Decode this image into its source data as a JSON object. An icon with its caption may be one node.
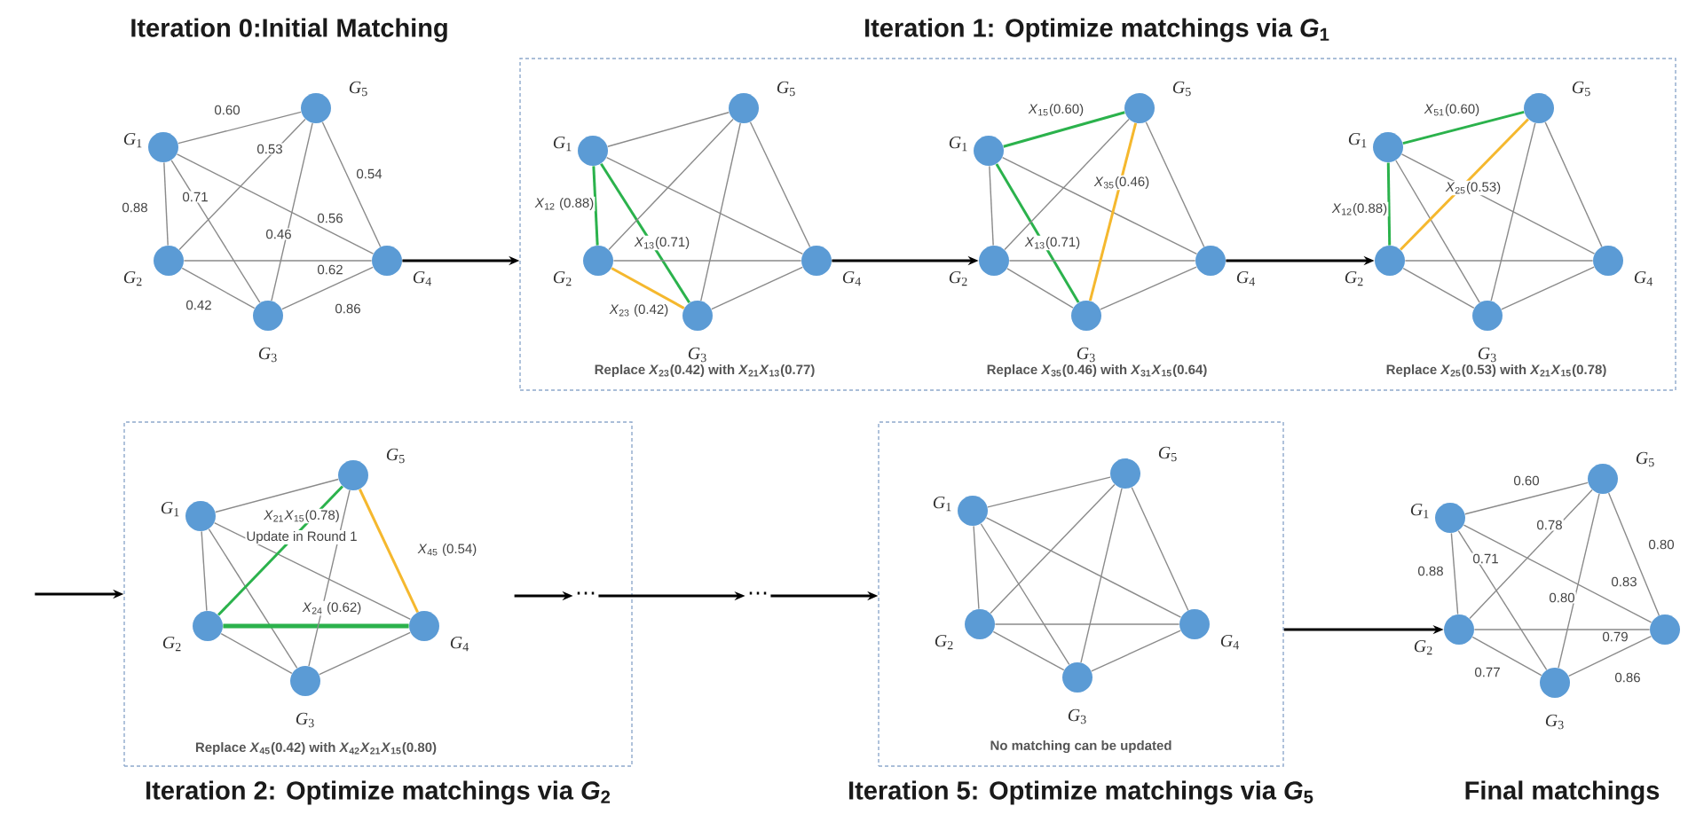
{
  "diagram": {
    "nodes": [
      {
        "text": [],
        "shape": "circle",
        "beside": [
          "*G*$_{1}$"
        ]
      },
      {
        "text": [],
        "shape": "circle",
        "beside": [
          "*G*$_{2}$"
        ]
      },
      {
        "text": [],
        "shape": "circle",
        "beside": [
          "*G*$_{3}$"
        ]
      },
      {
        "text": [],
        "shape": "circle",
        "beside": [
          "*G*$_{4}$"
        ]
      },
      {
        "text": [],
        "shape": "circle",
        "beside": [
          "*G*$_{5}$"
        ]
      },
      {
        "text": [
          "Iteration 1: Optimize matchings via *G*$_{1}$",
          "Replace *X*$_{23}$(0.42) with *X*$_{21}$*X*$_{13}$(0.77)",
          "Replace *X*$_{35}$(0.46) with *X*$_{31}$*X*$_{15}$(0.64)",
          "Replace *X*$_{25}$(0.53) with *X*$_{21}$*X*$_{15}$(0.78)"
        ]
      },
      {
        "text": [],
        "shape": "circle",
        "beside": [
          "*G*$_{1}$"
        ],
        "in": 5
      },
      {
        "text": [],
        "shape": "circle",
        "beside": [
          "*G*$_{2}$"
        ],
        "in": 5
      },
      {
        "text": [],
        "shape": "circle",
        "beside": [
          "*G*$_{3}$"
        ],
        "in": 5
      },
      {
        "text": [],
        "shape": "circle",
        "beside": [
          "*G*$_{4}$"
        ],
        "in": 5
      },
      {
        "text": [],
        "shape": "circle",
        "beside": [
          "*G*$_{5}$"
        ],
        "in": 5
      },
      {
        "text": [],
        "shape": "circle",
        "beside": [
          "*G*$_{1}$"
        ],
        "in": 5
      },
      {
        "text": [],
        "shape": "circle",
        "beside": [
          "*G*$_{2}$"
        ],
        "in": 5
      },
      {
        "text": [],
        "shape": "circle",
        "beside": [
          "*G*$_{3}$"
        ],
        "in": 5
      },
      {
        "text": [],
        "shape": "circle",
        "beside": [
          "*G*$_{4}$"
        ],
        "in": 5
      },
      {
        "text": [],
        "shape": "circle",
        "beside": [
          "*G*$_{5}$"
        ],
        "in": 5
      },
      {
        "text": [],
        "shape": "circle",
        "beside": [
          "*G*$_{1}$"
        ],
        "in": 5
      },
      {
        "text": [],
        "shape": "circle",
        "beside": [
          "*G*$_{2}$"
        ],
        "in": 5
      },
      {
        "text": [],
        "shape": "circle",
        "beside": [
          "*G*$_{3}$"
        ],
        "in": 5
      },
      {
        "text": [],
        "shape": "circle",
        "beside": [
          "*G*$_{4}$"
        ],
        "in": 5
      },
      {
        "text": [],
        "shape": "circle",
        "beside": [
          "*G*$_{5}$"
        ],
        "in": 5
      },
      {
        "text": [
          "Replace *X*$_{45}$(0.42) with *X*$_{42}$*X*$_{21}$*X*$_{15}$(0.80)",
          "Iteration 2: Optimize matchings via *G*$_{2}$"
        ]
      },
      {
        "text": [],
        "shape": "circle",
        "beside": [
          "*G*$_{1}$"
        ],
        "in": 21
      },
      {
        "text": [],
        "shape": "circle",
        "beside": [
          "*G*$_{2}$"
        ],
        "in": 21
      },
      {
        "text": [],
        "shape": "circle",
        "beside": [
          "*G*$_{3}$"
        ],
        "in": 21
      },
      {
        "text": [],
        "shape": "circle",
        "beside": [
          "*G*$_{4}$"
        ],
        "in": 21
      },
      {
        "text": [],
        "shape": "circle",
        "beside": [
          "*G*$_{5}$"
        ],
        "in": 21
      },
      {
        "text": [
          "⋯"
        ],
        "in": 21
      },
      {
        "text": [
          "⋯"
        ]
      },
      {
        "text": [
          "No matching can be updated",
          "Iteration 5: Optimize matchings via *G*$_{5}$"
        ]
      },
      {
        "text": [],
        "shape": "circle",
        "beside": [
          "*G*$_{1}$"
        ],
        "in": 29
      },
      {
        "text": [],
        "shape": "circle",
        "beside": [
          "*G*$_{2}$"
        ],
        "in": 29
      },
      {
        "text": [],
        "shape": "circle",
        "beside": [
          "*G*$_{3}$"
        ],
        "in": 29
      },
      {
        "text": [],
        "shape": "circle",
        "beside": [
          "*G*$_{4}$"
        ],
        "in": 29
      },
      {
        "text": [],
        "shape": "circle",
        "beside": [
          "*G*$_{5}$"
        ],
        "in": 29
      },
      {
        "text": [],
        "shape": "circle",
        "beside": [
          "*G*$_{1}$"
        ]
      },
      {
        "text": [],
        "shape": "circle",
        "beside": [
          "*G*$_{2}$"
        ]
      },
      {
        "text": [],
        "shape": "circle",
        "beside": [
          "*G*$_{3}$"
        ]
      },
      {
        "text": [],
        "shape": "circle"
      },
      {
        "text": [],
        "shape": "circle",
        "beside": [
          "*G*$_{5}$"
        ]
      }
    ],
    "edges": [
      {
        "from": 0,
        "to": 4,
        "arrow": "none",
        "label": "0.60"
      },
      {
        "from": 0,
        "to": 1,
        "arrow": "none",
        "label": "0.88"
      },
      {
        "from": 0,
        "to": 2,
        "arrow": "none",
        "label": "0.71"
      },
      {
        "from": 0,
        "to": 3,
        "arrow": "none",
        "label": "0.56"
      },
      {
        "from": 1,
        "to": 4,
        "arrow": "none",
        "label": "0.53"
      },
      {
        "from": 1,
        "to": 3,
        "arrow": "none",
        "label": "0.62"
      },
      {
        "from": 1,
        "to": 2,
        "arrow": "none",
        "label": "0.42"
      },
      {
        "from": 2,
        "to": 4,
        "arrow": "none",
        "label": "0.46"
      },
      {
        "from": 2,
        "to": 3,
        "arrow": "none",
        "label": "0.86"
      },
      {
        "from": 3,
        "to": 4,
        "arrow": "none",
        "label": "0.54"
      },
      {
        "from": 6,
        "to": 10,
        "arrow": "none"
      },
      {
        "from": 6,
        "to": 7,
        "arrow": "none",
        "label": "*X*$_{12}$ (0.88)",
        "color": "#2bb24c"
      },
      {
        "from": 6,
        "to": 8,
        "arrow": "none",
        "label": "*X*$_{13}$(0.71)",
        "color": "#2bb24c"
      },
      {
        "from": 6,
        "to": 9,
        "arrow": "none"
      },
      {
        "from": 7,
        "to": 10,
        "arrow": "none"
      },
      {
        "from": 7,
        "to": 9,
        "arrow": "none"
      },
      {
        "from": 7,
        "to": 8,
        "arrow": "none",
        "label": "*X*$_{23}$ (0.42)",
        "color": "#f5b82e"
      },
      {
        "from": 8,
        "to": 10,
        "arrow": "none"
      },
      {
        "from": 8,
        "to": 9,
        "arrow": "none"
      },
      {
        "from": 9,
        "to": 10,
        "arrow": "none"
      },
      {
        "from": 11,
        "to": 15,
        "arrow": "none",
        "label": "*X*$_{15}$(0.60)",
        "color": "#2bb24c"
      },
      {
        "from": 11,
        "to": 12,
        "arrow": "none"
      },
      {
        "from": 11,
        "to": 13,
        "arrow": "none",
        "label": "*X*$_{13}$(0.71)",
        "color": "#2bb24c"
      },
      {
        "from": 11,
        "to": 14,
        "arrow": "none"
      },
      {
        "from": 12,
        "to": 15,
        "arrow": "none"
      },
      {
        "from": 12,
        "to": 14,
        "arrow": "none"
      },
      {
        "from": 12,
        "to": 13,
        "arrow": "none"
      },
      {
        "from": 13,
        "to": 15,
        "arrow": "none",
        "label": "*X*$_{35}$(0.46)",
        "color": "#f5b82e"
      },
      {
        "from": 13,
        "to": 14,
        "arrow": "none"
      },
      {
        "from": 14,
        "to": 15,
        "arrow": "none"
      },
      {
        "from": 16,
        "to": 20,
        "arrow": "none",
        "label": "*X*$_{51}$(0.60)",
        "color": "#2bb24c"
      },
      {
        "from": 16,
        "to": 17,
        "arrow": "none",
        "label": "*X*$_{12}$(0.88)",
        "color": "#2bb24c"
      },
      {
        "from": 16,
        "to": 18,
        "arrow": "none"
      },
      {
        "from": 16,
        "to": 19,
        "arrow": "none"
      },
      {
        "from": 17,
        "to": 20,
        "arrow": "none",
        "label": "*X*$_{25}$(0.53)",
        "color": "#f5b82e"
      },
      {
        "from": 17,
        "to": 19,
        "arrow": "none"
      },
      {
        "from": 17,
        "to": 18,
        "arrow": "none"
      },
      {
        "from": 18,
        "to": 20,
        "arrow": "none"
      },
      {
        "from": 18,
        "to": 19,
        "arrow": "none"
      },
      {
        "from": 19,
        "to": 20,
        "arrow": "none"
      },
      {
        "from": 22,
        "to": 26,
        "arrow": "none"
      },
      {
        "from": 22,
        "to": 23,
        "arrow": "none"
      },
      {
        "from": 22,
        "to": 24,
        "arrow": "none"
      },
      {
        "from": 22,
        "to": 25,
        "arrow": "none"
      },
      {
        "from": 23,
        "to": 26,
        "arrow": "none",
        "label": "*X*$_{21}$*X*$_{15}$(0.78)",
        "color": "#2bb24c"
      },
      {
        "from": 23,
        "to": 25,
        "arrow": "none",
        "label": "*X*$_{24}$ (0.62)",
        "color": "#2bb24c",
        "style": "thick"
      },
      {
        "from": 23,
        "to": 24,
        "arrow": "none"
      },
      {
        "from": 24,
        "to": 26,
        "arrow": "none"
      },
      {
        "from": 24,
        "to": 25,
        "arrow": "none"
      },
      {
        "from": 25,
        "to": 26,
        "arrow": "none",
        "label": "*X*$_{45}$ (0.54)",
        "color": "#f5b82e"
      },
      {
        "from": 30,
        "to": 34,
        "arrow": "none"
      },
      {
        "from": 30,
        "to": 31,
        "arrow": "none"
      },
      {
        "from": 30,
        "to": 32,
        "arrow": "none"
      },
      {
        "from": 30,
        "to": 33,
        "arrow": "none"
      },
      {
        "from": 31,
        "to": 34,
        "arrow": "none"
      },
      {
        "from": 31,
        "to": 33,
        "arrow": "none"
      },
      {
        "from": 31,
        "to": 32,
        "arrow": "none"
      },
      {
        "from": 32,
        "to": 34,
        "arrow": "none"
      },
      {
        "from": 32,
        "to": 33,
        "arrow": "none"
      },
      {
        "from": 33,
        "to": 34,
        "arrow": "none"
      },
      {
        "from": 35,
        "to": 39,
        "arrow": "none",
        "label": "0.60"
      },
      {
        "from": 35,
        "to": 36,
        "arrow": "none",
        "label": "0.88"
      },
      {
        "from": 35,
        "to": 37,
        "arrow": "none",
        "label": "0.71"
      },
      {
        "from": 35,
        "to": 38,
        "arrow": "none",
        "label": "0.83"
      },
      {
        "from": 36,
        "to": 39,
        "arrow": "none",
        "label": "0.78"
      },
      {
        "from": 36,
        "to": 38,
        "arrow": "none",
        "label": "0.79"
      },
      {
        "from": 36,
        "to": 37,
        "arrow": "none",
        "label": "0.77"
      },
      {
        "from": 37,
        "to": 39,
        "arrow": "none",
        "label": "0.80"
      },
      {
        "from": 37,
        "to": 38,
        "arrow": "none",
        "label": "0.86"
      },
      {
        "from": 38,
        "to": 39,
        "arrow": "none",
        "label": "0.80"
      },
      {
        "from": 3,
        "to": 5,
        "arrow": "to",
        "color": "#000000"
      },
      {
        "from": 9,
        "to": 12,
        "arrow": "to",
        "color": "#000000"
      },
      {
        "from": 14,
        "to": 17,
        "arrow": "to",
        "color": "#000000"
      },
      {
        "from": null,
        "to": 21,
        "arrow": "to",
        "color": "#000000"
      },
      {
        "from": null,
        "to": 27,
        "arrow": "to",
        "color": "#000000"
      },
      {
        "from": 27,
        "to": 28,
        "arrow": "to",
        "color": "#000000"
      },
      {
        "from": 28,
        "to": 29,
        "arrow": "to",
        "color": "#000000"
      },
      {
        "from": 29,
        "to": 36,
        "arrow": "to",
        "color": "#000000"
      }
    ],
    "labels": [
      "Iteration 0:Initial Matching",
      "Update in Round 1",
      "Final matchings"
    ]
  }
}
